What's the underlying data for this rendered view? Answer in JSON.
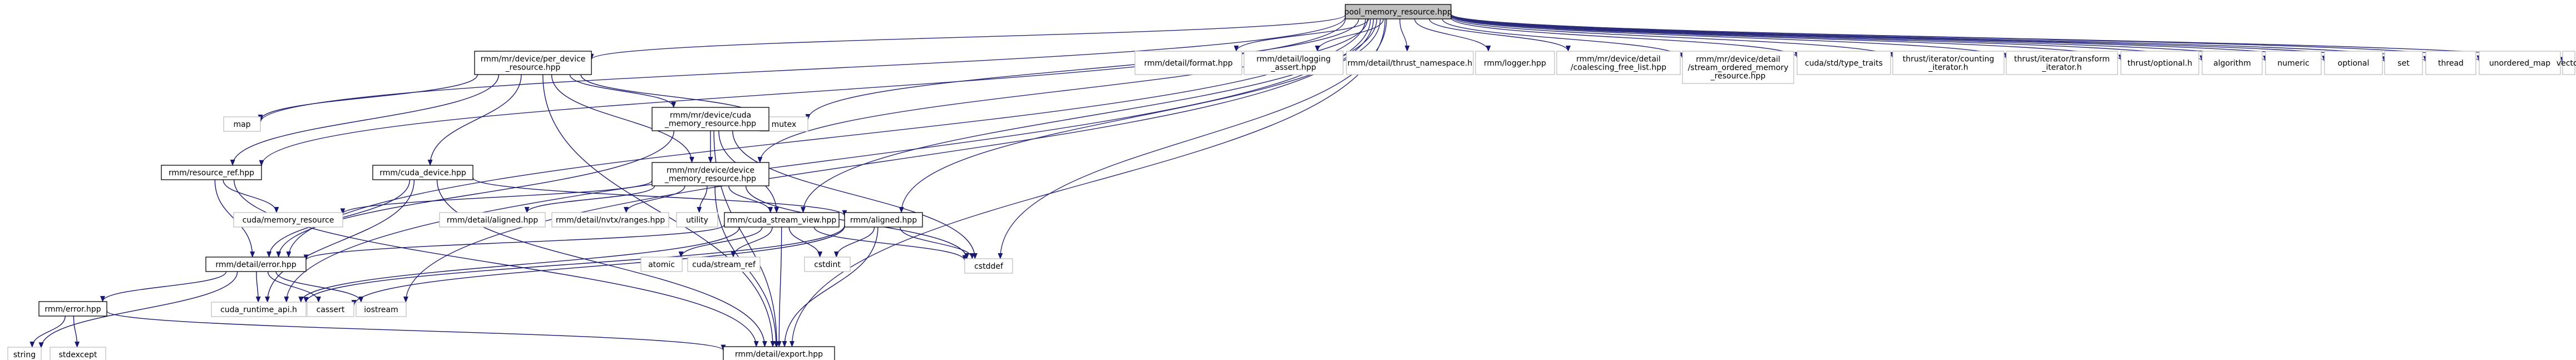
{
  "graph": {
    "nodes": [
      {
        "id": "root",
        "kind": "root",
        "lines": [
          "pool_memory_resource.hpp"
        ]
      },
      {
        "id": "per_device",
        "kind": "internal",
        "lines": [
          "rmm/mr/device/per_device",
          "_resource.hpp"
        ]
      },
      {
        "id": "format",
        "kind": "external",
        "lines": [
          "rmm/detail/format.hpp"
        ]
      },
      {
        "id": "logging_assert",
        "kind": "external",
        "lines": [
          "rmm/detail/logging",
          "_assert.hpp"
        ]
      },
      {
        "id": "thrust_ns",
        "kind": "external",
        "lines": [
          "rmm/detail/thrust_namespace.h"
        ]
      },
      {
        "id": "logger",
        "kind": "external",
        "lines": [
          "rmm/logger.hpp"
        ]
      },
      {
        "id": "coalescing",
        "kind": "external",
        "lines": [
          "rmm/mr/device/detail",
          "/coalescing_free_list.hpp"
        ]
      },
      {
        "id": "stream_ordered",
        "kind": "external",
        "lines": [
          "rmm/mr/device/detail",
          "/stream_ordered_memory",
          "_resource.hpp"
        ]
      },
      {
        "id": "cuda_type_traits",
        "kind": "external",
        "lines": [
          "cuda/std/type_traits"
        ]
      },
      {
        "id": "counting_it",
        "kind": "external",
        "lines": [
          "thrust/iterator/counting",
          "_iterator.h"
        ]
      },
      {
        "id": "transform_it",
        "kind": "external",
        "lines": [
          "thrust/iterator/transform",
          "_iterator.h"
        ]
      },
      {
        "id": "thrust_optional",
        "kind": "external",
        "lines": [
          "thrust/optional.h"
        ]
      },
      {
        "id": "algorithm",
        "kind": "external",
        "lines": [
          "algorithm"
        ]
      },
      {
        "id": "numeric",
        "kind": "external",
        "lines": [
          "numeric"
        ]
      },
      {
        "id": "optional",
        "kind": "external",
        "lines": [
          "optional"
        ]
      },
      {
        "id": "set",
        "kind": "external",
        "lines": [
          "set"
        ]
      },
      {
        "id": "thread",
        "kind": "external",
        "lines": [
          "thread"
        ]
      },
      {
        "id": "unordered_map",
        "kind": "external",
        "lines": [
          "unordered_map"
        ]
      },
      {
        "id": "vector",
        "kind": "external",
        "lines": [
          "vector"
        ]
      },
      {
        "id": "map",
        "kind": "external",
        "lines": [
          "map"
        ]
      },
      {
        "id": "mutex",
        "kind": "external",
        "lines": [
          "mutex"
        ]
      },
      {
        "id": "cuda_mr",
        "kind": "internal",
        "lines": [
          "rmm/mr/device/cuda",
          "_memory_resource.hpp"
        ]
      },
      {
        "id": "resource_ref",
        "kind": "internal",
        "lines": [
          "rmm/resource_ref.hpp"
        ]
      },
      {
        "id": "cuda_device",
        "kind": "internal",
        "lines": [
          "rmm/cuda_device.hpp"
        ]
      },
      {
        "id": "device_mr",
        "kind": "internal",
        "lines": [
          "rmm/mr/device/device",
          "_memory_resource.hpp"
        ]
      },
      {
        "id": "cuda_memres",
        "kind": "external",
        "lines": [
          "cuda/memory_resource"
        ]
      },
      {
        "id": "detail_aligned",
        "kind": "external",
        "lines": [
          "rmm/detail/aligned.hpp"
        ]
      },
      {
        "id": "nvtx",
        "kind": "external",
        "lines": [
          "rmm/detail/nvtx/ranges.hpp"
        ]
      },
      {
        "id": "utility",
        "kind": "external",
        "lines": [
          "utility"
        ]
      },
      {
        "id": "stream_view",
        "kind": "internal",
        "lines": [
          "rmm/cuda_stream_view.hpp"
        ]
      },
      {
        "id": "aligned",
        "kind": "internal",
        "lines": [
          "rmm/aligned.hpp"
        ]
      },
      {
        "id": "cstddef",
        "kind": "external",
        "lines": [
          "cstddef"
        ]
      },
      {
        "id": "detail_error",
        "kind": "internal",
        "lines": [
          "rmm/detail/error.hpp"
        ]
      },
      {
        "id": "atomic",
        "kind": "external",
        "lines": [
          "atomic"
        ]
      },
      {
        "id": "cuda_stream_ref",
        "kind": "external",
        "lines": [
          "cuda/stream_ref"
        ]
      },
      {
        "id": "cstdint",
        "kind": "external",
        "lines": [
          "cstdint"
        ]
      },
      {
        "id": "iostream",
        "kind": "external",
        "lines": [
          "iostream"
        ]
      },
      {
        "id": "error",
        "kind": "internal",
        "lines": [
          "rmm/error.hpp"
        ]
      },
      {
        "id": "cuda_runtime",
        "kind": "external",
        "lines": [
          "cuda_runtime_api.h"
        ]
      },
      {
        "id": "cassert",
        "kind": "external",
        "lines": [
          "cassert"
        ]
      },
      {
        "id": "string",
        "kind": "external",
        "lines": [
          "string"
        ]
      },
      {
        "id": "stdexcept",
        "kind": "external",
        "lines": [
          "stdexcept"
        ]
      },
      {
        "id": "export",
        "kind": "internal",
        "lines": [
          "rmm/detail/export.hpp"
        ]
      }
    ],
    "edges": [
      [
        "root",
        "per_device"
      ],
      [
        "root",
        "format"
      ],
      [
        "root",
        "logging_assert"
      ],
      [
        "root",
        "thrust_ns"
      ],
      [
        "root",
        "logger"
      ],
      [
        "root",
        "coalescing"
      ],
      [
        "root",
        "stream_ordered"
      ],
      [
        "root",
        "cuda_type_traits"
      ],
      [
        "root",
        "counting_it"
      ],
      [
        "root",
        "transform_it"
      ],
      [
        "root",
        "thrust_optional"
      ],
      [
        "root",
        "algorithm"
      ],
      [
        "root",
        "numeric"
      ],
      [
        "root",
        "optional"
      ],
      [
        "root",
        "set"
      ],
      [
        "root",
        "thread"
      ],
      [
        "root",
        "unordered_map"
      ],
      [
        "root",
        "vector"
      ],
      [
        "root",
        "map"
      ],
      [
        "root",
        "mutex"
      ],
      [
        "root",
        "resource_ref"
      ],
      [
        "root",
        "device_mr"
      ],
      [
        "root",
        "stream_view"
      ],
      [
        "root",
        "aligned"
      ],
      [
        "root",
        "cstddef"
      ],
      [
        "root",
        "detail_error"
      ],
      [
        "root",
        "iostream"
      ],
      [
        "root",
        "cuda_runtime"
      ],
      [
        "root",
        "export"
      ],
      [
        "per_device",
        "map"
      ],
      [
        "per_device",
        "mutex"
      ],
      [
        "per_device",
        "cuda_mr"
      ],
      [
        "per_device",
        "resource_ref"
      ],
      [
        "per_device",
        "cuda_device"
      ],
      [
        "per_device",
        "device_mr"
      ],
      [
        "per_device",
        "export"
      ],
      [
        "cuda_mr",
        "device_mr"
      ],
      [
        "cuda_mr",
        "stream_view"
      ],
      [
        "cuda_mr",
        "detail_error"
      ],
      [
        "cuda_mr",
        "cstddef"
      ],
      [
        "cuda_mr",
        "export"
      ],
      [
        "resource_ref",
        "cuda_memres"
      ],
      [
        "resource_ref",
        "detail_error"
      ],
      [
        "resource_ref",
        "export"
      ],
      [
        "cuda_device",
        "detail_error"
      ],
      [
        "cuda_device",
        "aligned"
      ],
      [
        "cuda_device",
        "cuda_runtime"
      ],
      [
        "cuda_device",
        "export"
      ],
      [
        "device_mr",
        "cuda_memres"
      ],
      [
        "device_mr",
        "detail_aligned"
      ],
      [
        "device_mr",
        "nvtx"
      ],
      [
        "device_mr",
        "utility"
      ],
      [
        "device_mr",
        "stream_view"
      ],
      [
        "device_mr",
        "cstddef"
      ],
      [
        "device_mr",
        "export"
      ],
      [
        "stream_view",
        "atomic"
      ],
      [
        "stream_view",
        "cuda_stream_ref"
      ],
      [
        "stream_view",
        "cstdint"
      ],
      [
        "stream_view",
        "cstddef"
      ],
      [
        "stream_view",
        "detail_error"
      ],
      [
        "stream_view",
        "cuda_runtime"
      ],
      [
        "stream_view",
        "export"
      ],
      [
        "aligned",
        "cstdint"
      ],
      [
        "aligned",
        "cstddef"
      ],
      [
        "aligned",
        "cassert"
      ],
      [
        "aligned",
        "export"
      ],
      [
        "aligned",
        "cuda_runtime"
      ],
      [
        "detail_error",
        "error"
      ],
      [
        "detail_error",
        "cuda_runtime"
      ],
      [
        "detail_error",
        "cassert"
      ],
      [
        "detail_error",
        "iostream"
      ],
      [
        "detail_error",
        "string"
      ],
      [
        "error",
        "stdexcept"
      ],
      [
        "error",
        "string"
      ],
      [
        "error",
        "export"
      ]
    ]
  }
}
